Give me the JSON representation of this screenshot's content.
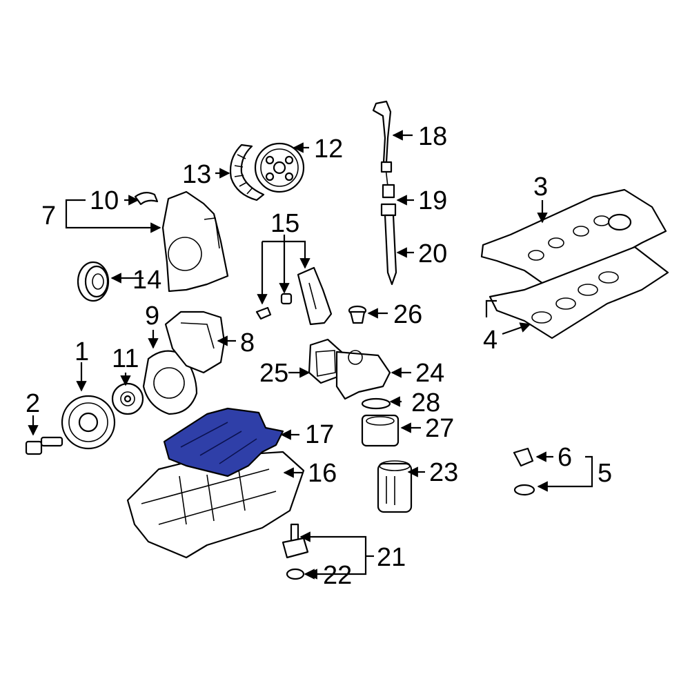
{
  "colors": {
    "highlight": "#2f3fa8",
    "line": "#000000",
    "background": "#ffffff"
  },
  "labels": {
    "l1": "1",
    "l2": "2",
    "l3": "3",
    "l4": "4",
    "l5": "5",
    "l6": "6",
    "l7": "7",
    "l8": "8",
    "l9": "9",
    "l10": "10",
    "l11": "11",
    "l12": "12",
    "l13": "13",
    "l14": "14",
    "l15": "15",
    "l16": "16",
    "l17": "17",
    "l18": "18",
    "l19": "19",
    "l20": "20",
    "l21": "21",
    "l22": "22",
    "l23": "23",
    "l24": "24",
    "l25": "25",
    "l26": "26",
    "l27": "27",
    "l28": "28"
  },
  "highlighted_part": "17"
}
